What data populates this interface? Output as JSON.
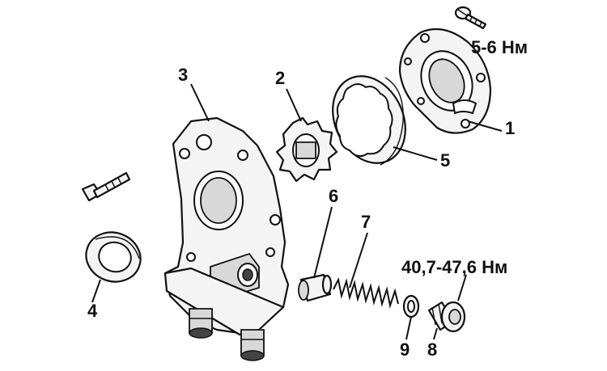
{
  "callouts": {
    "c1": "1",
    "c2": "2",
    "c3": "3",
    "c4": "4",
    "c5": "5",
    "c6": "6",
    "c7": "7",
    "c8": "8",
    "c9": "9"
  },
  "torques": {
    "cover_screw": "5-6 Нм",
    "relief_plug": "40,7-47,6 Нм"
  },
  "colors": {
    "ink": "#111111",
    "paper": "#ffffff"
  }
}
